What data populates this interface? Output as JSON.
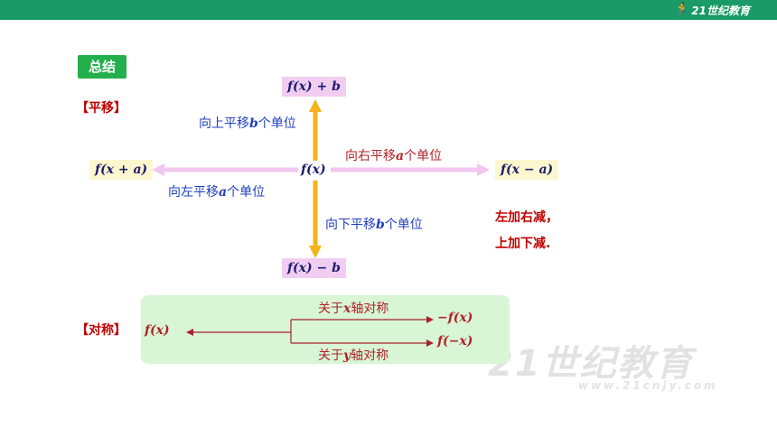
{
  "brand": {
    "logo_text": "21世纪教育",
    "logo_sub": "www.21cnjy.com",
    "header_color": "#1a9a66"
  },
  "summary_label": "总结",
  "translation": {
    "title": "【平移】",
    "center": "f(x)",
    "up_result": "f(x) + b",
    "down_result": "f(x) − b",
    "left_result": "f(x + a)",
    "right_result": "f(x − a)",
    "up_caption": {
      "pre": "向上平移",
      "var": "b",
      "post": "个单位"
    },
    "down_caption": {
      "pre": "向下平移",
      "var": "b",
      "post": "个单位"
    },
    "left_caption": {
      "pre": "向左平移",
      "var": "a",
      "post": "个单位"
    },
    "right_caption": {
      "pre": "向右平移",
      "var": "a",
      "post": "个单位"
    },
    "rule_line1": "左加右减，",
    "rule_line2": "上加下减."
  },
  "symmetry": {
    "title": "【对称】",
    "source": "f(x)",
    "x_axis_caption": {
      "pre": "关于",
      "var": "x",
      "post": "轴对称"
    },
    "y_axis_caption": {
      "pre": "关于",
      "var": "y",
      "post": "轴对称"
    },
    "x_result": "−f(x)",
    "y_result": "f(−x)"
  },
  "colors": {
    "vertical_arrow": "#f5b21b",
    "horizontal_arrow": "#f2c6ee",
    "symmetry_line": "#a8232b"
  }
}
